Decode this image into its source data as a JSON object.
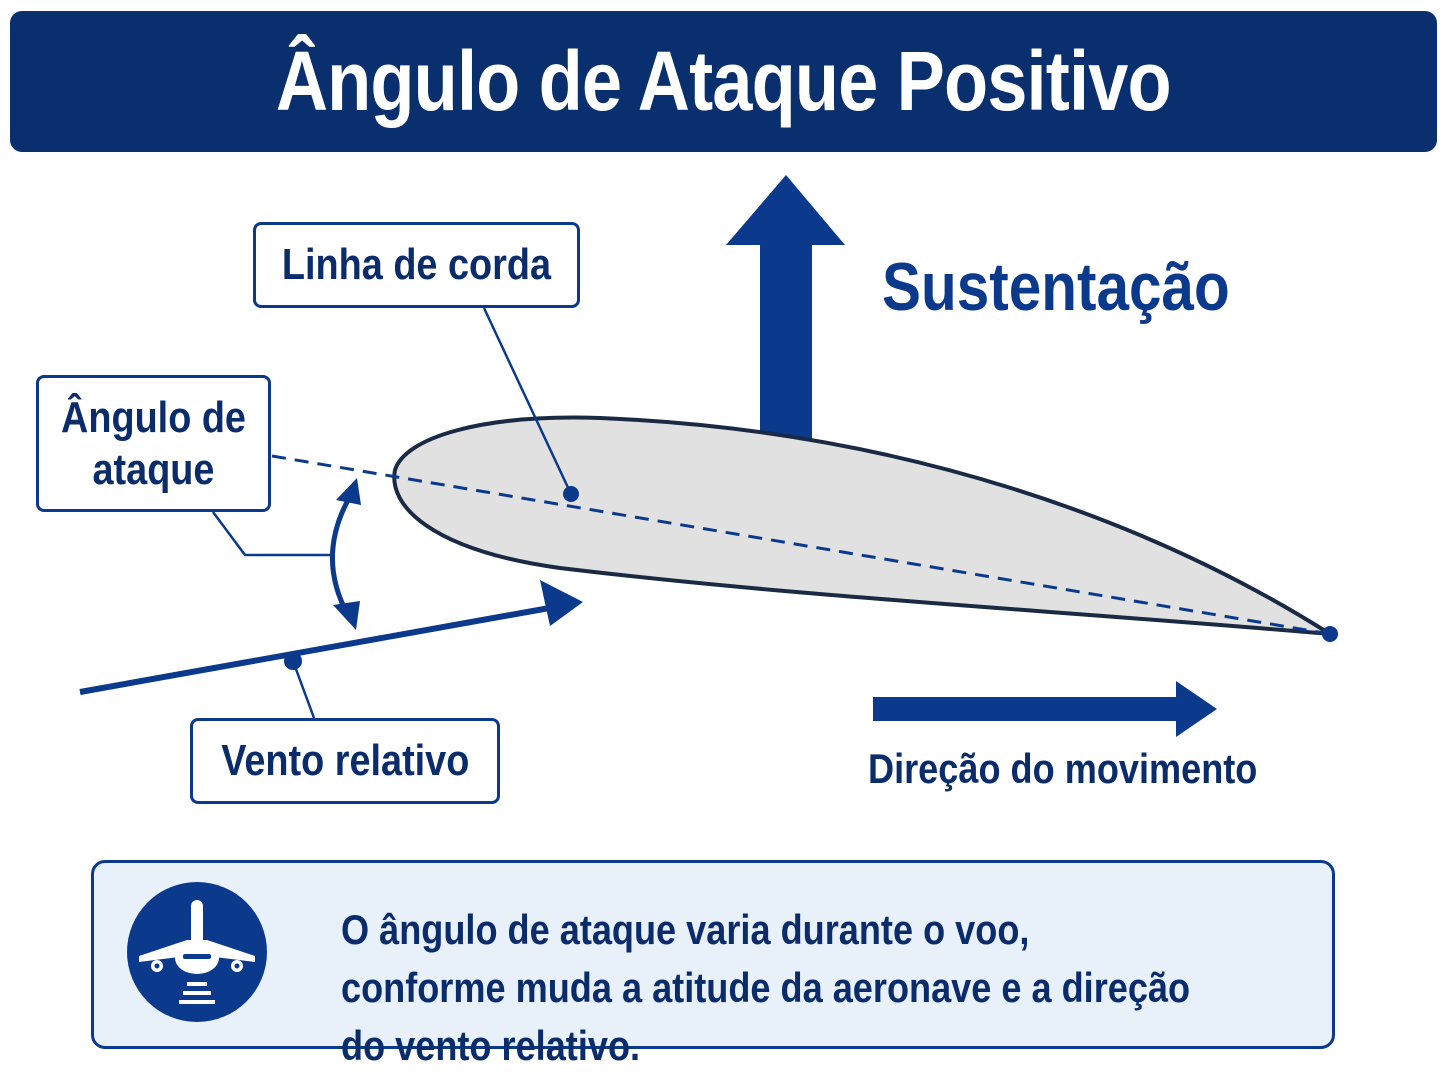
{
  "header": {
    "title": "Ângulo de Ataque Positivo"
  },
  "labels": {
    "chord_line": "Linha de corda",
    "angle_of_attack": "Ângulo de ataque",
    "lift": "Sustentação",
    "relative_wind": "Vento relativo",
    "motion_direction": "Direção do movimento"
  },
  "info": {
    "text": "O ângulo de ataque varia durante o voo, conforme muda a atitude da aeronave e a direção do vento relativo.",
    "icon": "airplane-icon"
  },
  "colors": {
    "primary": "#0b3a8c",
    "header_bg": "#0a2f6e",
    "airfoil_fill": "#e1e1e1",
    "airfoil_stroke": "#1a2a44",
    "info_bg": "#e8f0fa"
  }
}
